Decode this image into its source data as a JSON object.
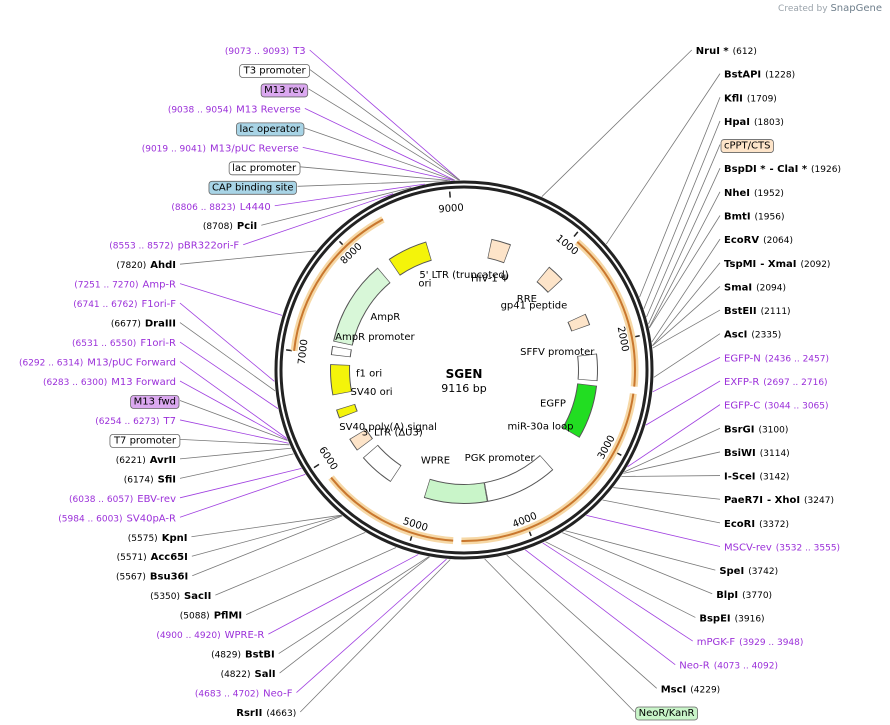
{
  "header": {
    "credit_prefix": "Created by",
    "credit_brand": "SnapGene"
  },
  "plasmid": {
    "name": "SGEN",
    "length_label": "9116 bp",
    "length": 9116
  },
  "colors": {
    "enzyme_text": "#000000",
    "feature_text": "#9b30d9",
    "feature_line": "#a040e0",
    "enzyme_line": "#777777",
    "orange_arrow": "#c9772e",
    "orange_glow": "#f6d8a6"
  },
  "ticks": [
    {
      "label": "1000",
      "bp": 1000
    },
    {
      "label": "2000",
      "bp": 2000
    },
    {
      "label": "3000",
      "bp": 3000
    },
    {
      "label": "4000",
      "bp": 4000
    },
    {
      "label": "5000",
      "bp": 5000
    },
    {
      "label": "6000",
      "bp": 6000
    },
    {
      "label": "7000",
      "bp": 7000
    },
    {
      "label": "8000",
      "bp": 8000
    },
    {
      "label": "9000",
      "bp": 9000
    }
  ],
  "labels": [
    {
      "id": "t3",
      "parts": [
        [
          "(9073 .. 9093)",
          "coord"
        ],
        [
          "T3",
          "feat"
        ]
      ],
      "bp": 9083,
      "style": "feature"
    },
    {
      "id": "t3p",
      "parts": [
        [
          "T3 promoter",
          "box"
        ]
      ],
      "bp": 9083,
      "style": "box-white"
    },
    {
      "id": "m13rev",
      "parts": [
        [
          "M13 rev",
          "box"
        ]
      ],
      "bp": 9075,
      "style": "box-purple"
    },
    {
      "id": "m13r",
      "parts": [
        [
          "(9038 .. 9054)",
          "coord"
        ],
        [
          "M13 Reverse",
          "feat"
        ]
      ],
      "bp": 9046,
      "style": "feature"
    },
    {
      "id": "lacop",
      "parts": [
        [
          "lac operator",
          "box"
        ]
      ],
      "bp": 9040,
      "style": "box-blue"
    },
    {
      "id": "m13puc",
      "parts": [
        [
          "(9019 .. 9041)",
          "coord"
        ],
        [
          "M13/pUC Reverse",
          "feat"
        ]
      ],
      "bp": 9030,
      "style": "feature"
    },
    {
      "id": "lacprom",
      "parts": [
        [
          "lac promoter",
          "box"
        ]
      ],
      "bp": 9010,
      "style": "box-white"
    },
    {
      "id": "cap",
      "parts": [
        [
          "CAP binding site",
          "box"
        ]
      ],
      "bp": 8990,
      "style": "box-blue"
    },
    {
      "id": "l4440",
      "parts": [
        [
          "(8806 .. 8823)",
          "coord"
        ],
        [
          "L4440",
          "feat"
        ]
      ],
      "bp": 8814,
      "style": "feature"
    },
    {
      "id": "pcii",
      "parts": [
        [
          "(8708)",
          "coord"
        ],
        [
          "PciI",
          "enz"
        ]
      ],
      "bp": 8708,
      "style": "enzyme"
    },
    {
      "id": "pbr",
      "parts": [
        [
          "(8553 .. 8572)",
          "coord"
        ],
        [
          "pBR322ori-F",
          "feat"
        ]
      ],
      "bp": 8562,
      "style": "feature"
    },
    {
      "id": "ahdi",
      "parts": [
        [
          "(7820)",
          "coord"
        ],
        [
          "AhdI",
          "enz"
        ]
      ],
      "bp": 7820,
      "style": "enzyme"
    },
    {
      "id": "ampr",
      "parts": [
        [
          "(7251 .. 7270)",
          "coord"
        ],
        [
          "Amp-R",
          "feat"
        ]
      ],
      "bp": 7260,
      "style": "feature"
    },
    {
      "id": "f1f",
      "parts": [
        [
          "(6741 .. 6762)",
          "coord"
        ],
        [
          "F1ori-F",
          "feat"
        ]
      ],
      "bp": 6751,
      "style": "feature"
    },
    {
      "id": "draiii",
      "parts": [
        [
          "(6677)",
          "coord"
        ],
        [
          "DraIII",
          "enz"
        ]
      ],
      "bp": 6677,
      "style": "enzyme"
    },
    {
      "id": "f1r",
      "parts": [
        [
          "(6531 .. 6550)",
          "coord"
        ],
        [
          "F1ori-R",
          "feat"
        ]
      ],
      "bp": 6540,
      "style": "feature"
    },
    {
      "id": "m13pf",
      "parts": [
        [
          "(6292 .. 6314)",
          "coord"
        ],
        [
          "M13/pUC Forward",
          "feat"
        ]
      ],
      "bp": 6303,
      "style": "feature"
    },
    {
      "id": "m13f",
      "parts": [
        [
          "(6283 .. 6300)",
          "coord"
        ],
        [
          "M13 Forward",
          "feat"
        ]
      ],
      "bp": 6291,
      "style": "feature"
    },
    {
      "id": "m13fwd",
      "parts": [
        [
          "M13 fwd",
          "box"
        ]
      ],
      "bp": 6285,
      "style": "box-purple"
    },
    {
      "id": "t7",
      "parts": [
        [
          "(6254 .. 6273)",
          "coord"
        ],
        [
          "T7",
          "feat"
        ]
      ],
      "bp": 6263,
      "style": "feature"
    },
    {
      "id": "t7p",
      "parts": [
        [
          "T7 promoter",
          "box"
        ]
      ],
      "bp": 6250,
      "style": "box-white"
    },
    {
      "id": "avrii",
      "parts": [
        [
          "(6221)",
          "coord"
        ],
        [
          "AvrII",
          "enz"
        ]
      ],
      "bp": 6221,
      "style": "enzyme"
    },
    {
      "id": "sfii",
      "parts": [
        [
          "(6174)",
          "coord"
        ],
        [
          "SfiI",
          "enz"
        ]
      ],
      "bp": 6174,
      "style": "enzyme"
    },
    {
      "id": "ebv",
      "parts": [
        [
          "(6038 .. 6057)",
          "coord"
        ],
        [
          "EBV-rev",
          "feat"
        ]
      ],
      "bp": 6047,
      "style": "feature"
    },
    {
      "id": "sv40pa",
      "parts": [
        [
          "(5984 .. 6003)",
          "coord"
        ],
        [
          "SV40pA-R",
          "feat"
        ]
      ],
      "bp": 5993,
      "style": "feature"
    },
    {
      "id": "kpni",
      "parts": [
        [
          "(5575)",
          "coord"
        ],
        [
          "KpnI",
          "enz"
        ]
      ],
      "bp": 5575,
      "style": "enzyme"
    },
    {
      "id": "acc65i",
      "parts": [
        [
          "(5571)",
          "coord"
        ],
        [
          "Acc65I",
          "enz"
        ]
      ],
      "bp": 5571,
      "style": "enzyme"
    },
    {
      "id": "bsu36i",
      "parts": [
        [
          "(5567)",
          "coord"
        ],
        [
          "Bsu36I",
          "enz"
        ]
      ],
      "bp": 5567,
      "style": "enzyme"
    },
    {
      "id": "sacii",
      "parts": [
        [
          "(5350)",
          "coord"
        ],
        [
          "SacII",
          "enz"
        ]
      ],
      "bp": 5350,
      "style": "enzyme"
    },
    {
      "id": "pflmi",
      "parts": [
        [
          "(5088)",
          "coord"
        ],
        [
          "PflMI",
          "enz"
        ]
      ],
      "bp": 5088,
      "style": "enzyme"
    },
    {
      "id": "wprer",
      "parts": [
        [
          "(4900 .. 4920)",
          "coord"
        ],
        [
          "WPRE-R",
          "feat"
        ]
      ],
      "bp": 4910,
      "style": "feature"
    },
    {
      "id": "bstbi",
      "parts": [
        [
          "(4829)",
          "coord"
        ],
        [
          "BstBI",
          "enz"
        ]
      ],
      "bp": 4829,
      "style": "enzyme"
    },
    {
      "id": "sali",
      "parts": [
        [
          "(4822)",
          "coord"
        ],
        [
          "SalI",
          "enz"
        ]
      ],
      "bp": 4822,
      "style": "enzyme"
    },
    {
      "id": "neof",
      "parts": [
        [
          "(4683 .. 4702)",
          "coord"
        ],
        [
          "Neo-F",
          "feat"
        ]
      ],
      "bp": 4692,
      "style": "feature"
    },
    {
      "id": "rsrii",
      "parts": [
        [
          "RsrII",
          "enz"
        ],
        [
          "(4663)",
          "coord"
        ]
      ],
      "bp": 4663,
      "style": "enzyme"
    },
    {
      "id": "neokan",
      "parts": [
        [
          "NeoR/KanR",
          "box"
        ]
      ],
      "bp": 4400,
      "style": "box-green"
    },
    {
      "id": "msci",
      "parts": [
        [
          "MscI",
          "enz"
        ],
        [
          "(4229)",
          "coord"
        ]
      ],
      "bp": 4229,
      "style": "enzyme"
    },
    {
      "id": "neor",
      "parts": [
        [
          "Neo-R",
          "feat"
        ],
        [
          "(4073 .. 4092)",
          "coord"
        ]
      ],
      "bp": 4082,
      "style": "feature"
    },
    {
      "id": "mpgk",
      "parts": [
        [
          "mPGK-F",
          "feat"
        ],
        [
          "(3929 .. 3948)",
          "coord"
        ]
      ],
      "bp": 3938,
      "style": "feature"
    },
    {
      "id": "bspei",
      "parts": [
        [
          "BspEI",
          "enz"
        ],
        [
          "(3916)",
          "coord"
        ]
      ],
      "bp": 3916,
      "style": "enzyme"
    },
    {
      "id": "blpi",
      "parts": [
        [
          "BlpI",
          "enz"
        ],
        [
          "(3770)",
          "coord"
        ]
      ],
      "bp": 3770,
      "style": "enzyme"
    },
    {
      "id": "spei",
      "parts": [
        [
          "SpeI",
          "enz"
        ],
        [
          "(3742)",
          "coord"
        ]
      ],
      "bp": 3742,
      "style": "enzyme"
    },
    {
      "id": "mscv",
      "parts": [
        [
          "MSCV-rev",
          "feat"
        ],
        [
          "(3532 .. 3555)",
          "coord"
        ]
      ],
      "bp": 3543,
      "style": "feature"
    },
    {
      "id": "ecori2",
      "parts": [
        [
          "EcoRI",
          "enz"
        ],
        [
          "(3372)",
          "coord"
        ]
      ],
      "bp": 3372,
      "style": "enzyme"
    },
    {
      "id": "paer7i",
      "parts": [
        [
          "PaeR7I",
          "enz"
        ],
        [
          "- XhoI",
          "enz"
        ],
        [
          "(3247)",
          "coord"
        ]
      ],
      "bp": 3247,
      "style": "enzyme"
    },
    {
      "id": "iscei",
      "parts": [
        [
          "I-SceI",
          "enz"
        ],
        [
          "(3142)",
          "coord"
        ]
      ],
      "bp": 3142,
      "style": "enzyme"
    },
    {
      "id": "bsiwi",
      "parts": [
        [
          "BsiWI",
          "enz"
        ],
        [
          "(3114)",
          "coord"
        ]
      ],
      "bp": 3114,
      "style": "enzyme"
    },
    {
      "id": "bsrgi",
      "parts": [
        [
          "BsrGI",
          "enz"
        ],
        [
          "(3100)",
          "coord"
        ]
      ],
      "bp": 3100,
      "style": "enzyme"
    },
    {
      "id": "egfpc",
      "parts": [
        [
          "EGFP-C",
          "feat"
        ],
        [
          "(3044 .. 3065)",
          "coord"
        ]
      ],
      "bp": 3054,
      "style": "feature"
    },
    {
      "id": "exfp",
      "parts": [
        [
          "EXFP-R",
          "feat"
        ],
        [
          "(2697 .. 2716)",
          "coord"
        ]
      ],
      "bp": 2706,
      "style": "feature"
    },
    {
      "id": "egfpn",
      "parts": [
        [
          "EGFP-N",
          "feat"
        ],
        [
          "(2436 .. 2457)",
          "coord"
        ]
      ],
      "bp": 2446,
      "style": "feature"
    },
    {
      "id": "asci",
      "parts": [
        [
          "AscI",
          "enz"
        ],
        [
          "(2335)",
          "coord"
        ]
      ],
      "bp": 2335,
      "style": "enzyme"
    },
    {
      "id": "bsteii",
      "parts": [
        [
          "BstEII",
          "enz"
        ],
        [
          "(2111)",
          "coord"
        ]
      ],
      "bp": 2111,
      "style": "enzyme"
    },
    {
      "id": "smai",
      "parts": [
        [
          "SmaI",
          "enz"
        ],
        [
          "(2094)",
          "coord"
        ]
      ],
      "bp": 2094,
      "style": "enzyme"
    },
    {
      "id": "tspmi",
      "parts": [
        [
          "TspMI",
          "enz"
        ],
        [
          "- XmaI",
          "enz"
        ],
        [
          "(2092)",
          "coord"
        ]
      ],
      "bp": 2092,
      "style": "enzyme"
    },
    {
      "id": "ecorv",
      "parts": [
        [
          "EcoRV",
          "enz"
        ],
        [
          "(2064)",
          "coord"
        ]
      ],
      "bp": 2064,
      "style": "enzyme"
    },
    {
      "id": "bmti",
      "parts": [
        [
          "BmtI",
          "enz"
        ],
        [
          "(1956)",
          "coord"
        ]
      ],
      "bp": 1956,
      "style": "enzyme"
    },
    {
      "id": "nhei",
      "parts": [
        [
          "NheI",
          "enz"
        ],
        [
          "(1952)",
          "coord"
        ]
      ],
      "bp": 1952,
      "style": "enzyme"
    },
    {
      "id": "bspdi",
      "parts": [
        [
          "BspDI *",
          "enz"
        ],
        [
          "- ClaI *",
          "enz"
        ],
        [
          "(1926)",
          "coord"
        ]
      ],
      "bp": 1926,
      "style": "enzyme"
    },
    {
      "id": "cppt",
      "parts": [
        [
          "cPPT/CTS",
          "box"
        ]
      ],
      "bp": 1870,
      "style": "box-orange"
    },
    {
      "id": "hpai",
      "parts": [
        [
          "HpaI",
          "enz"
        ],
        [
          "(1803)",
          "coord"
        ]
      ],
      "bp": 1803,
      "style": "enzyme"
    },
    {
      "id": "kfli",
      "parts": [
        [
          "KflI",
          "enz"
        ],
        [
          "(1709)",
          "coord"
        ]
      ],
      "bp": 1709,
      "style": "enzyme"
    },
    {
      "id": "bstapi",
      "parts": [
        [
          "BstAPI",
          "enz"
        ],
        [
          "(1228)",
          "coord"
        ]
      ],
      "bp": 1228,
      "style": "enzyme"
    },
    {
      "id": "nrui",
      "parts": [
        [
          "NruI *",
          "enz"
        ],
        [
          "(612)",
          "coord"
        ]
      ],
      "bp": 612,
      "style": "enzyme"
    }
  ],
  "inner_labels": [
    {
      "id": "ltr5",
      "text": "5' LTR (truncated)",
      "bp": 0
    },
    {
      "id": "hiv",
      "text": "HIV-1 Ψ",
      "bp": 400
    },
    {
      "id": "rre",
      "text": "RRE",
      "bp": 1050
    },
    {
      "id": "gp41",
      "text": "gp41 peptide",
      "bp": 1200
    },
    {
      "id": "sffv",
      "text": "SFFV promoter",
      "bp": 2000
    },
    {
      "id": "egfp",
      "text": "EGFP",
      "bp": 2800
    },
    {
      "id": "mir",
      "text": "miR-30a loop",
      "bp": 3200
    },
    {
      "id": "pgk",
      "text": "PGK promoter",
      "bp": 4000
    },
    {
      "id": "wpre",
      "text": "WPRE",
      "bp": 5000
    },
    {
      "id": "ltr3",
      "text": "3' LTR (ΔU3)",
      "bp": 5800
    },
    {
      "id": "sv40pa",
      "text": "SV40 poly(A) signal",
      "bp": 5900
    },
    {
      "id": "sv40ori",
      "text": "SV40 ori",
      "bp": 6500
    },
    {
      "id": "f1ori",
      "text": "f1 ori",
      "bp": 6780
    },
    {
      "id": "amprprom",
      "text": "AmpR promoter",
      "bp": 7350
    },
    {
      "id": "ampr",
      "text": "AmpR",
      "bp": 7700
    },
    {
      "id": "ori",
      "text": "ori",
      "bp": 8500
    }
  ]
}
